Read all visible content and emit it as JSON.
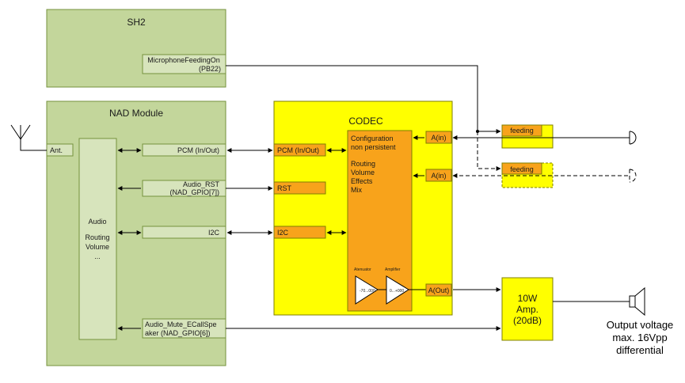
{
  "sh2": {
    "title": "SH2",
    "mic_label_line1": "MicrophoneFeedingOn",
    "mic_label_line2": "(PB22)"
  },
  "nad": {
    "title": "NAD Module",
    "ant": "Ant.",
    "audio_lines": [
      "Audio",
      "",
      "Routing",
      "Volume",
      "..."
    ],
    "pcm": "PCM (In/Out)",
    "rst_line1": "Audio_RST",
    "rst_line2": "(NAD_GPIO[7])",
    "i2c": "I2C",
    "mute_line1": "Audio_Mute_ECallSpe",
    "mute_line2": "aker (NAD_GPIO[6])"
  },
  "codec": {
    "title": "CODEC",
    "pcm": "PCM (In/Out)",
    "rst": "RST",
    "i2c": "I2C",
    "config_lines": [
      "Configuration",
      "non persistent",
      "",
      "Routing",
      "Volume",
      "Effects",
      "Mix"
    ],
    "atenuator_label": "Atenuator",
    "atenuator_range": "-70...000",
    "amplifier_label": "Amplifier",
    "amplifier_range": "0...+000",
    "ain1": "A(in)",
    "ain2": "A(in)",
    "aout": "A(Out)"
  },
  "feeding": {
    "label1": "feeding",
    "label2": "feeding"
  },
  "amp": {
    "line1": "10W",
    "line2": "Amp.",
    "line3": "(20dB)"
  },
  "output": {
    "line1": "Output voltage",
    "line2": "max. 16Vpp",
    "line3": "differential"
  },
  "colors": {
    "green": "#c3d69b",
    "green_border": "#76923c",
    "inner_green": "#d7e4bc",
    "yellow": "#ffff00",
    "orange": "#f8a31b",
    "box_border": "#7f7f00"
  }
}
